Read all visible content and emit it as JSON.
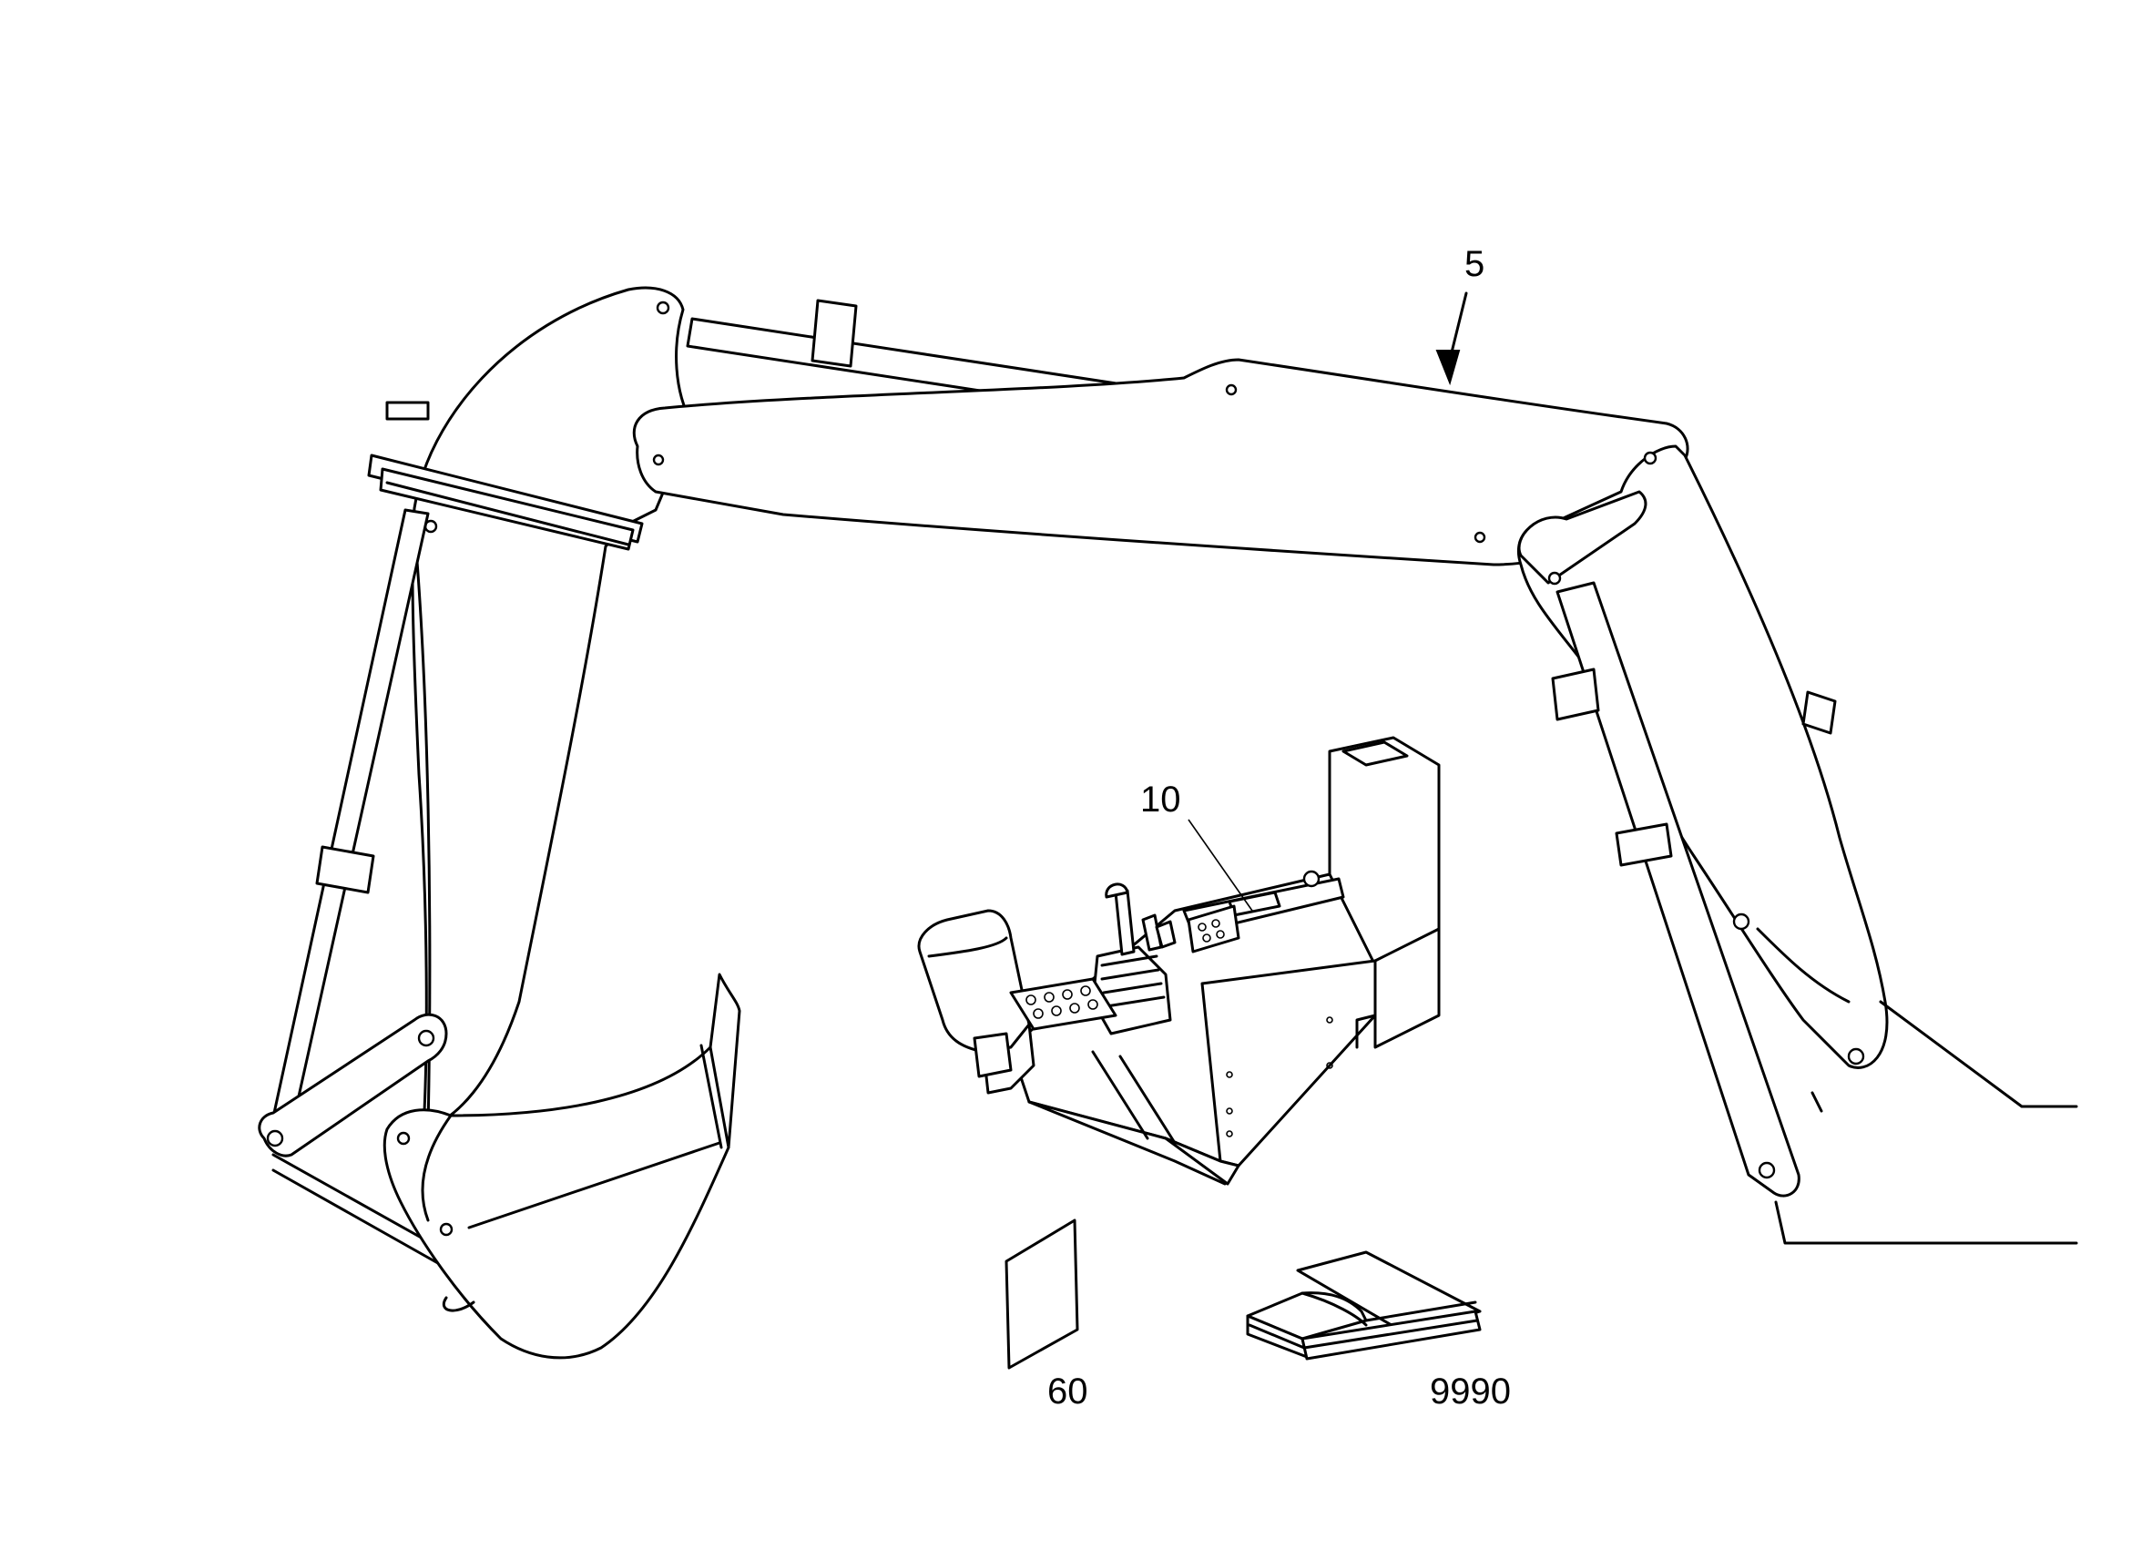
{
  "diagram": {
    "type": "exploded parts illustration",
    "callouts": [
      {
        "id": "5",
        "label": "5",
        "refers_to": "boom-and-dipper-arm-assembly"
      },
      {
        "id": "10",
        "label": "10",
        "refers_to": "operator-control-console"
      },
      {
        "id": "60",
        "label": "60",
        "refers_to": "decal-sheet"
      },
      {
        "id": "9990",
        "label": "9990",
        "refers_to": "operator-manual"
      }
    ],
    "colors": {
      "line": "#000000",
      "background": "#ffffff"
    }
  }
}
